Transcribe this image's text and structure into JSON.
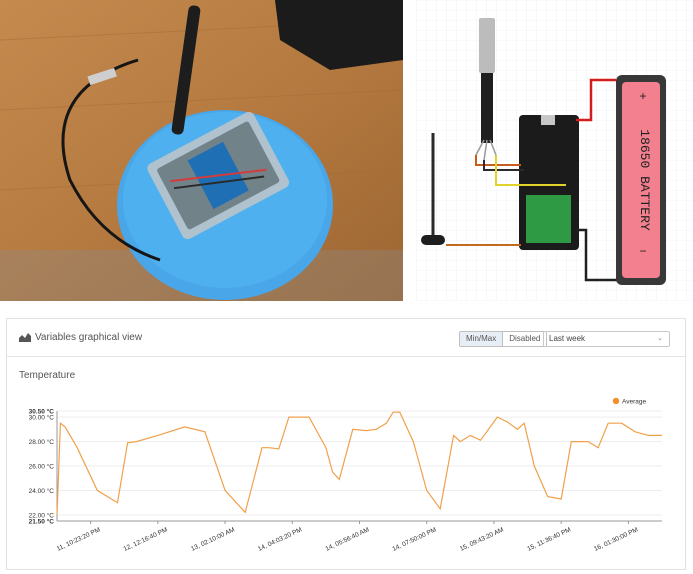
{
  "panel": {
    "title": "Variables graphical view",
    "icon": "area-chart-icon",
    "toggle": {
      "minmax_label": "Min/Max",
      "disabled_label": "Disabled"
    },
    "range_select": {
      "selected": "Last week"
    }
  },
  "photos": {
    "battery_label": "18650 BATTERY",
    "battery_plus": "+",
    "battery_minus": "−"
  },
  "colors": {
    "line": "#f0a04b",
    "legend_dot": "#f28e2b",
    "axis": "#999999"
  },
  "chart_data": {
    "type": "line",
    "title": "Temperature",
    "legend": [
      {
        "name": "Average",
        "color": "#f28e2b"
      }
    ],
    "legend_position": "top-right",
    "y_tick_labels": [
      "30.50 °C",
      "30.00 °C",
      "28.00 °C",
      "26.00 °C",
      "24.00 °C",
      "22.00 °C",
      "21.50 °C"
    ],
    "y_tick_values": [
      30.5,
      30.0,
      28.0,
      26.0,
      24.0,
      22.0,
      21.5
    ],
    "ylim": [
      21.5,
      30.5
    ],
    "x_tick_labels": [
      "11, 10:23:20 PM",
      "12, 12:16:40 PM",
      "13, 02:10:00 AM",
      "14, 04:03:20 PM",
      "14, 05:56:40 AM",
      "14, 07:50:00 PM",
      "15, 09:43:20 AM",
      "15, 11:36:40 PM",
      "16, 01:30:00 PM"
    ],
    "x_tick_positions": [
      0.5,
      1.5,
      2.5,
      3.5,
      4.5,
      5.5,
      6.5,
      7.5,
      8.5
    ],
    "xlim": [
      0,
      9
    ],
    "grid": true,
    "series": [
      {
        "name": "Average",
        "x": [
          0.0,
          0.05,
          0.12,
          0.3,
          0.6,
          0.9,
          1.05,
          1.18,
          1.5,
          1.9,
          2.2,
          2.5,
          2.8,
          3.05,
          3.15,
          3.3,
          3.45,
          3.75,
          4.0,
          4.1,
          4.2,
          4.4,
          4.6,
          4.75,
          4.9,
          5.0,
          5.1,
          5.3,
          5.5,
          5.7,
          5.9,
          6.0,
          6.15,
          6.3,
          6.55,
          6.7,
          6.85,
          6.95,
          7.1,
          7.3,
          7.5,
          7.65,
          7.8,
          7.9,
          8.05,
          8.2,
          8.4,
          8.6,
          8.8,
          8.95,
          9.0
        ],
        "y": [
          22.0,
          29.5,
          29.2,
          27.5,
          24.0,
          23.0,
          27.9,
          28.0,
          28.5,
          29.2,
          28.8,
          24.0,
          22.2,
          27.5,
          27.5,
          27.4,
          30.0,
          30.0,
          27.5,
          25.5,
          24.9,
          29.0,
          28.9,
          29.0,
          29.5,
          30.4,
          30.4,
          28.0,
          24.0,
          22.5,
          28.5,
          28.0,
          28.5,
          28.1,
          30.0,
          29.6,
          29.0,
          29.5,
          26.0,
          23.5,
          23.3,
          28.0,
          28.0,
          28.0,
          27.5,
          29.5,
          29.5,
          28.8,
          28.5,
          28.5,
          28.5
        ]
      }
    ]
  }
}
